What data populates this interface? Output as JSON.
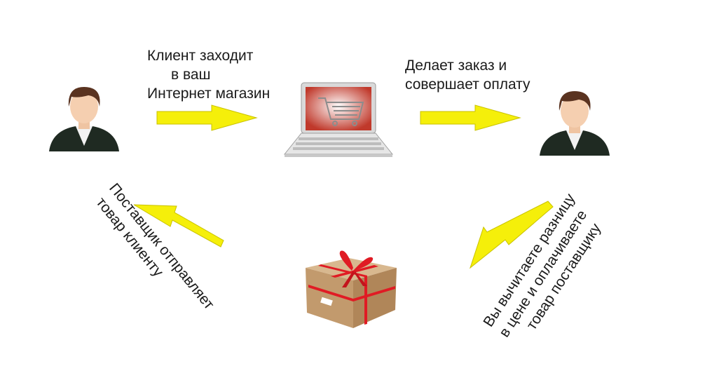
{
  "colors": {
    "arrow": "#f5ef0a",
    "arrow_edge": "#c9c200",
    "jacket": "#1f2a22",
    "skin": "#f5cfb0",
    "hair": "#5a3320",
    "box": "#c9a57a",
    "ribbon": "#e01b24"
  },
  "nodes": {
    "client": {
      "icon": "person-icon"
    },
    "shop": {
      "icon": "laptop-cart-icon"
    },
    "you": {
      "icon": "person-icon"
    },
    "parcel": {
      "icon": "gift-box-icon"
    }
  },
  "steps": {
    "enter_shop": {
      "line1": "Клиент  заходит",
      "line2": "в ваш",
      "line3": "Интернет магазин"
    },
    "order_pay": {
      "line1": "Делает заказ и",
      "line2": "совершает оплату"
    },
    "pay_supplier": {
      "line1": "Вы вычитаете разницу",
      "line2": "в цене и оплачиваете",
      "line3": "товар поставщику"
    },
    "supplier_ships": {
      "line1": "Поставщик отправляет",
      "line2": "товар клиенту"
    }
  }
}
